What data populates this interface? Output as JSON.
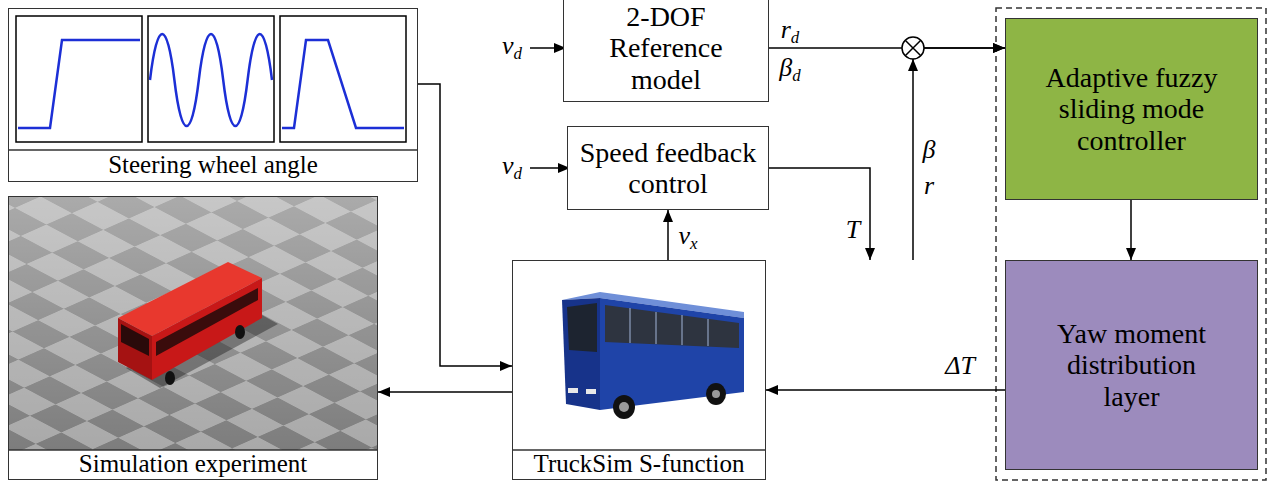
{
  "diagram": {
    "nodes": [
      {
        "text": [
          "Steering wheel angle"
        ]
      },
      {
        "text": [
          "2-DOF Reference model"
        ]
      },
      {
        "text": [
          "Adaptive fuzzy sliding mode controller"
        ]
      },
      {
        "text": [
          "Speed feedback control"
        ]
      },
      {
        "text": [
          "Simulation experiment"
        ]
      },
      {
        "text": [
          "TruckSim S-function"
        ]
      },
      {
        "text": [
          "Yaw moment distribution layer"
        ]
      }
    ],
    "edges": [
      {
        "from": 0,
        "to": 5,
        "arrow": "to"
      },
      {
        "from": 1,
        "to": 2,
        "arrow": "to"
      },
      {
        "from": 5,
        "to": 2,
        "arrow": "to"
      },
      {
        "from": 3,
        "to": 5,
        "label": "T",
        "arrow": "to"
      },
      {
        "from": 5,
        "to": 3,
        "label": "vx",
        "arrow": "to"
      },
      {
        "from": 2,
        "to": 6,
        "arrow": "to"
      },
      {
        "from": 6,
        "to": 5,
        "label": "ΔT",
        "arrow": "to"
      },
      {
        "from": 5,
        "to": 4,
        "arrow": "to"
      }
    ],
    "labels": [
      "vd",
      "vd",
      "rd",
      "βd",
      "β",
      "r"
    ]
  }
}
